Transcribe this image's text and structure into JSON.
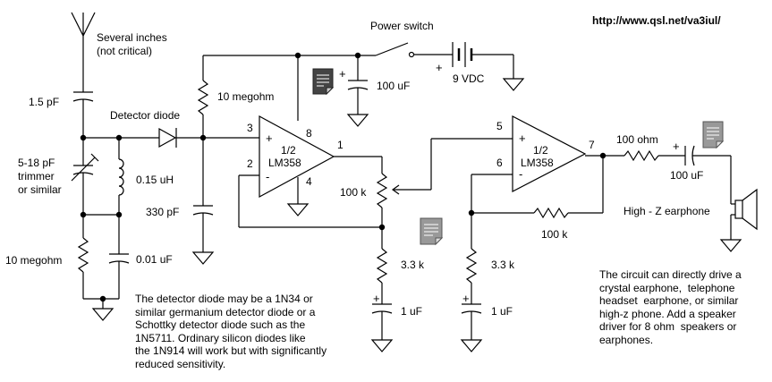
{
  "url": "http://www.qsl.net/va3iul/",
  "labels": {
    "antenna": "Several inches",
    "antenna_note": "(not critical)",
    "power_switch": "Power switch",
    "battery": "9 VDC",
    "cap_ant": "1.5 pF",
    "detector_diode": "Detector diode",
    "trimmer_1": "5-18 pF",
    "trimmer_2": "trimmer",
    "trimmer_3": "or similar",
    "inductor": "0.15 uH",
    "r_bias": "10 megohm",
    "r_input": "10 megohm",
    "c_330": "330 pF",
    "c_001": "0.01 uF",
    "c_100_supply": "100 uF",
    "pot": "100 k",
    "r_33_a": "3.3 k",
    "c_1_a": "1 uF",
    "r_33_b": "3.3 k",
    "c_1_b": "1 uF",
    "r_fb": "100 k",
    "r_out": "100 ohm",
    "c_out": "100 uF",
    "earphone": "High - Z earphone"
  },
  "opamp_a": {
    "half": "1/2",
    "name": "LM358",
    "pin_plus": "3",
    "pin_minus": "2",
    "pin_out": "1",
    "pin_vcc": "8",
    "pin_gnd": "4"
  },
  "opamp_b": {
    "half": "1/2",
    "name": "LM358",
    "pin_plus": "5",
    "pin_minus": "6",
    "pin_out": "7"
  },
  "signs": {
    "plus": "+",
    "minus": "-"
  },
  "notes": {
    "detector": "The detector diode may be a 1N34 or\nsimilar germanium detector diode or a\nSchottky detector diode such as the\n1N5711. Ordinary silicon diodes like\nthe 1N914 will work but with significantly\nreduced sensitivity.",
    "circuit": "The circuit can directly drive a\ncrystal earphone,  telephone\nheadset  earphone, or similar\nhigh-z phone. Add a speaker\ndriver for 8 ohm  speakers or\nearphones."
  },
  "icons": [
    "antenna-icon",
    "ground-icon",
    "note-icon",
    "battery-icon",
    "earphone-icon"
  ]
}
